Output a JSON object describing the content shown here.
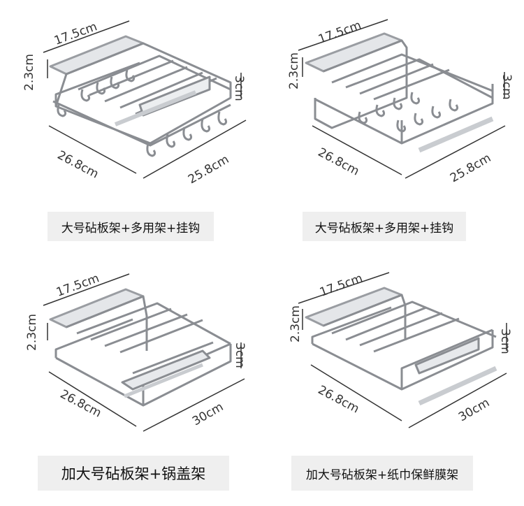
{
  "panels": [
    {
      "dims": {
        "width": "17.5cm",
        "gap": "2.3cm",
        "height": "3cm",
        "length": "26.8cm",
        "depth": "25.8cm"
      },
      "caption": "大号砧板架+多用架+挂钩"
    },
    {
      "dims": {
        "width": "17.5cm",
        "gap": "2.3cm",
        "height": "3cm",
        "length": "26.8cm",
        "depth": "25.8cm"
      },
      "caption": "大号砧板架+多用架+挂钩"
    },
    {
      "dims": {
        "width": "17.5cm",
        "gap": "2.3cm",
        "height": "3cm",
        "length": "26.8cm",
        "depth": "30cm"
      },
      "caption": "加大号砧板架+锅盖架"
    },
    {
      "dims": {
        "width": "17.5cm",
        "gap": "2.3cm",
        "height": "3cm",
        "length": "26.8cm",
        "depth": "30cm"
      },
      "caption": "加大号砧板架+纸巾保鲜膜架"
    }
  ],
  "colors": {
    "metal": "#8a8d92",
    "metal_light": "#c9ccd0",
    "arrow": "#333333",
    "caption_bg": "#efefef"
  }
}
